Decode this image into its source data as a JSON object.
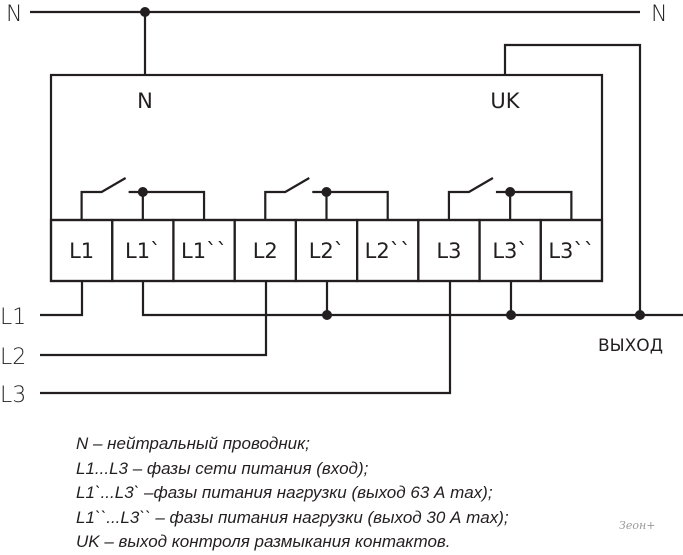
{
  "wires": {
    "n_left": "N",
    "n_right": "N",
    "l1": "L1",
    "l2": "L2",
    "l3": "L3",
    "output": "ВЫХОД"
  },
  "device": {
    "n_terminal": "N",
    "uk_terminal": "UK",
    "terminals": [
      "L1",
      "L1`",
      "L1``",
      "L2",
      "L2`",
      "L2``",
      "L3",
      "L3`",
      "L3``"
    ]
  },
  "legend": [
    "N – нейтральный проводник;",
    "L1...L3 – фазы сети питания (вход);",
    "L1`...L3` –фазы питания нагрузки (выход 63 А max);",
    "L1``...L3`` – фазы питания нагрузки (выход 30 А max);",
    "UK – выход контроля размыкания контактов."
  ],
  "watermark": "Зеон+"
}
